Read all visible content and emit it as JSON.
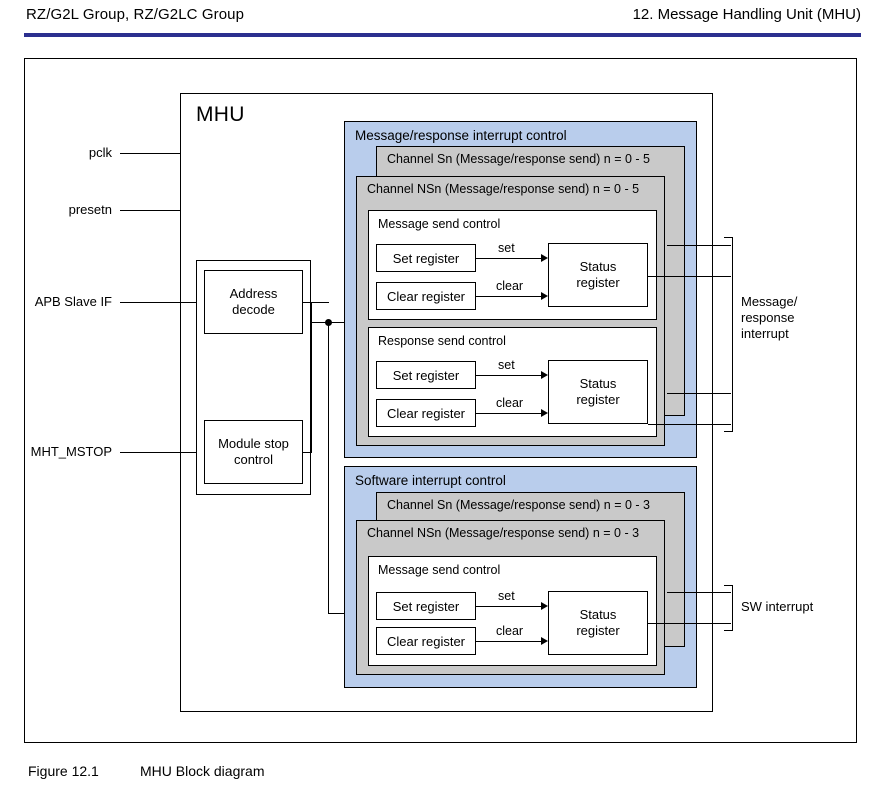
{
  "header": {
    "left": "RZ/G2L Group, RZ/G2LC Group",
    "right": "12.  Message Handling Unit (MHU)",
    "rule_color": "#2b2f8f"
  },
  "figure": {
    "mhu_title": "MHU",
    "caption_number": "Figure 12.1",
    "caption_text": "MHU Block diagram"
  },
  "signals": [
    {
      "name": "pclk",
      "label": "pclk"
    },
    {
      "name": "presetn",
      "label": "presetn"
    },
    {
      "name": "apb-slave",
      "label": "APB Slave IF"
    },
    {
      "name": "mht-mstop",
      "label": "MHT_MSTOP"
    }
  ],
  "decode_blocks": [
    {
      "name": "address-decode",
      "label": "Address\ndecode"
    },
    {
      "name": "module-stop",
      "label": "Module stop\ncontrol"
    }
  ],
  "panels": [
    {
      "name": "message-response-interrupt-control",
      "title": "Message/response interrupt control",
      "channel_s": "Channel Sn (Message/response send) n = 0 - 5",
      "channel_ns": "Channel NSn (Message/response send) n = 0 - 5",
      "controls": [
        {
          "title": "Message send control",
          "set_register": "Set register",
          "clear_register": "Clear register",
          "set_label": "set",
          "clear_label": "clear",
          "status_register": "Status\nregister"
        },
        {
          "title": "Response send control",
          "set_register": "Set register",
          "clear_register": "Clear register",
          "set_label": "set",
          "clear_label": "clear",
          "status_register": "Status\nregister"
        }
      ],
      "output_label": "Message/\nresponse\ninterrupt"
    },
    {
      "name": "software-interrupt-control",
      "title": "Software interrupt control",
      "channel_s": "Channel Sn (Message/response send) n = 0 - 3",
      "channel_ns": "Channel NSn (Message/response send) n = 0 - 3",
      "controls": [
        {
          "title": "Message send control",
          "set_register": "Set register",
          "clear_register": "Clear register",
          "set_label": "set",
          "clear_label": "clear",
          "status_register": "Status\nregister"
        }
      ],
      "output_label": "SW interrupt"
    }
  ],
  "colors": {
    "panel_blue": "#b9cdec",
    "channel_gray": "#c9c9c9",
    "line": "#000000",
    "header_rule": "#2b2f8f"
  }
}
